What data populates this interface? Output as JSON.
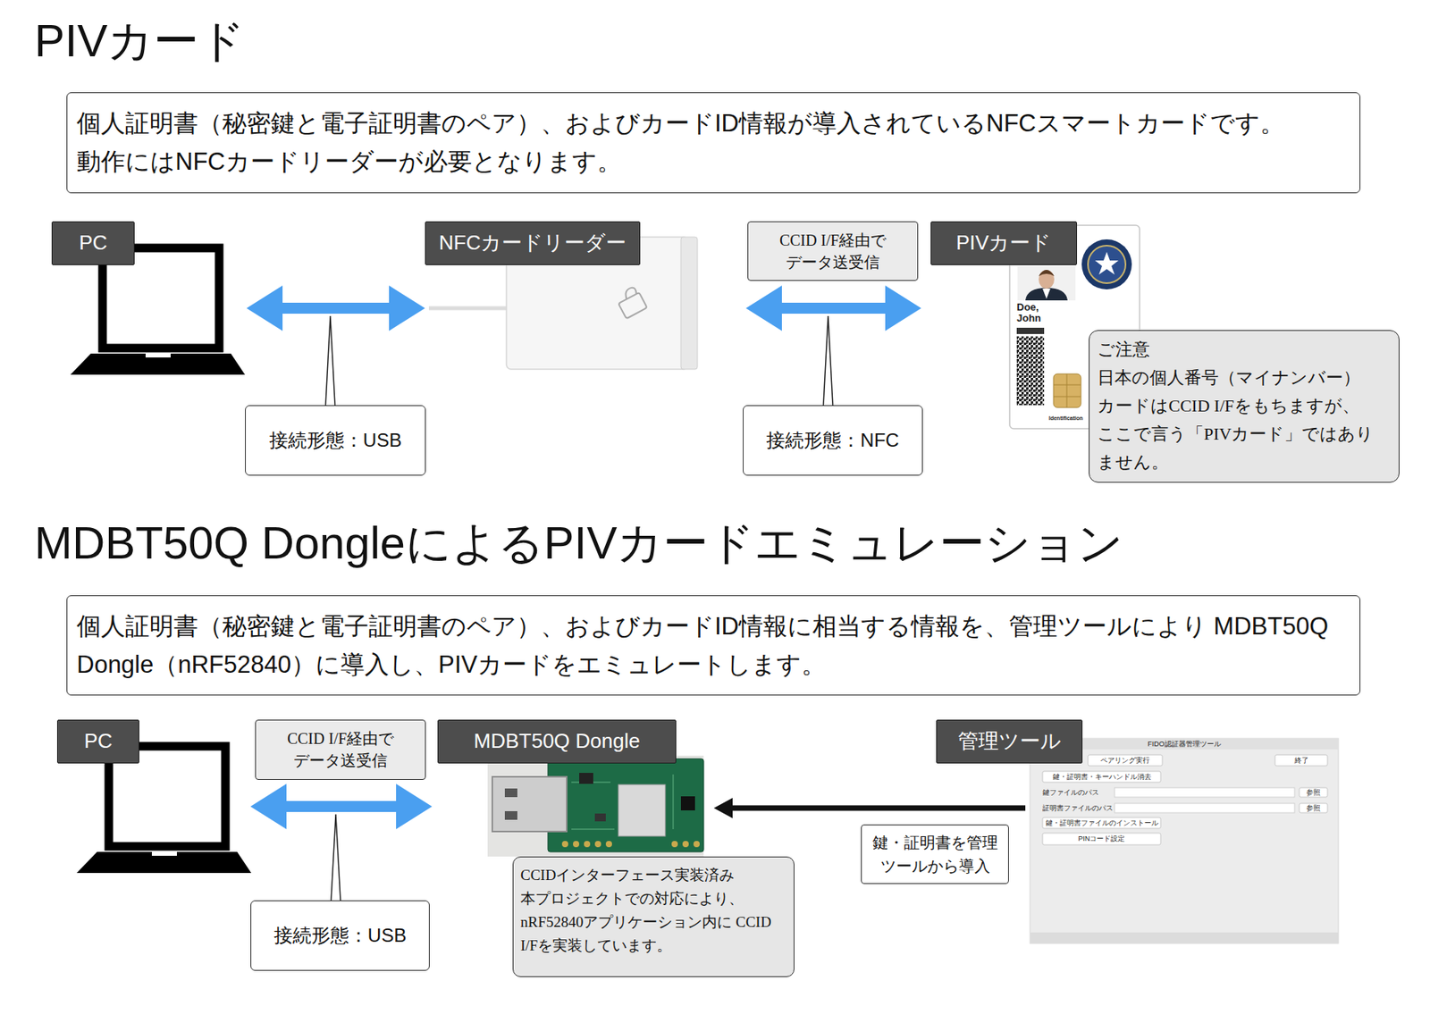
{
  "diagram": {
    "nodes": [
      {
        "text": [
          "個人証明書（秘密鍵と電子証明書のペア）、およびカードID情報が導入されているNFCスマートカードです。 動作にはNFCカードリーダーが必要となります。"
        ]
      },
      {
        "text": [
          "PC"
        ]
      },
      {
        "text": [
          "NFCカードリーダー"
        ]
      },
      {
        "text": [
          "CCID I/F経由で データ送受信"
        ]
      },
      {
        "text": [
          "PIVカード"
        ]
      },
      {
        "text": [
          "接続形態：USB"
        ]
      },
      {
        "text": [
          "接続形態：NFC"
        ]
      },
      {
        "text": [
          "ご注意",
          "日本の個人番号（マイナンバー） カードはCCID I/Fをもちますが、 ここで言う「PIVカード」ではあり ません。"
        ]
      },
      {
        "text": [
          "個人証明書（秘密鍵と電子証明書のペア）、およびカードID情報に相当する情報を、管理ツールにより MDBT50Q Dongle（nRF52840）に導入し、PIVカードをエミュレートします。"
        ]
      },
      {
        "text": [
          "PC"
        ]
      },
      {
        "text": [
          "CCID I/F経由で データ送受信"
        ]
      },
      {
        "text": [
          "MDBT50Q Dongle"
        ]
      },
      {
        "text": [
          "管理ツール"
        ]
      },
      {
        "text": [
          "接続形態：USB"
        ]
      },
      {
        "text": [
          "CCIDインターフェース実装済み 本プロジェクトでの対応により、 nRF52840アプリケーション内に CCID I/Fを実装しています。"
        ]
      },
      {
        "text": [
          "鍵・証明書を管理 ツールから導入"
        ]
      }
    ],
    "edges": [
      {
        "from": 1,
        "to": 2,
        "arrow": "both"
      },
      {
        "from": 2,
        "to": 4,
        "arrow": "both"
      },
      {
        "from": 9,
        "to": 11,
        "arrow": "both"
      },
      {
        "from": 12,
        "to": 11,
        "arrow": "to"
      }
    ],
    "labels": [
      "PIVカード",
      "Doe, John",
      "Identification",
      "MDBT50Q DongleによるPIVカードエミュレーション",
      "FIDO認証器管理ツール",
      "ペアリング実行",
      "終了",
      "鍵・証明書・キーハンドル消去",
      "鍵ファイルのパス",
      "参照",
      "証明書ファイルのパス",
      "参照",
      "鍵・証明書ファイルのインストール",
      "PINコード設定"
    ]
  }
}
